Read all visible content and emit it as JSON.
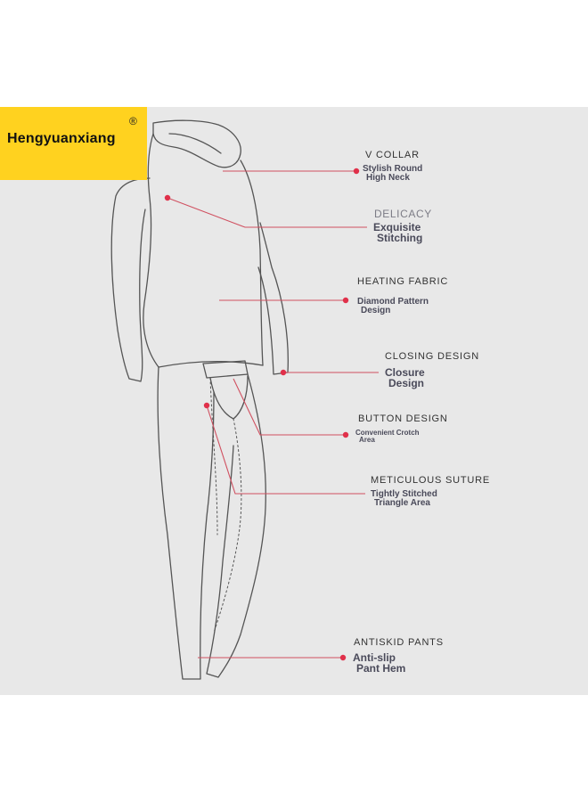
{
  "brand": {
    "name": "Hengyuanxiang",
    "registered_mark": "®",
    "background_color": "#ffd21f"
  },
  "colors": {
    "panel_background": "#e8e8e8",
    "callout_line": "#d05060",
    "callout_dot": "#e0304a",
    "outline": "#555555"
  },
  "features": [
    {
      "title": "V COLLAR",
      "desc_line1": "Stylish Round",
      "desc_line2": "High Neck"
    },
    {
      "title": "DELICACY",
      "desc_line1": "Exquisite",
      "desc_line2": "Stitching"
    },
    {
      "title": "HEATING FABRIC",
      "desc_line1": "Diamond Pattern",
      "desc_line2": "Design"
    },
    {
      "title": "CLOSING DESIGN",
      "desc_line1": "Closure",
      "desc_line2": "Design"
    },
    {
      "title": "BUTTON DESIGN",
      "desc_line1": "Convenient Crotch",
      "desc_line2": "Area"
    },
    {
      "title": "METICULOUS SUTURE",
      "desc_line1": "Tightly Stitched",
      "desc_line2": "Triangle Area"
    },
    {
      "title": "ANTISKID PANTS",
      "desc_line1": "Anti-slip",
      "desc_line2": "Pant Hem"
    }
  ]
}
